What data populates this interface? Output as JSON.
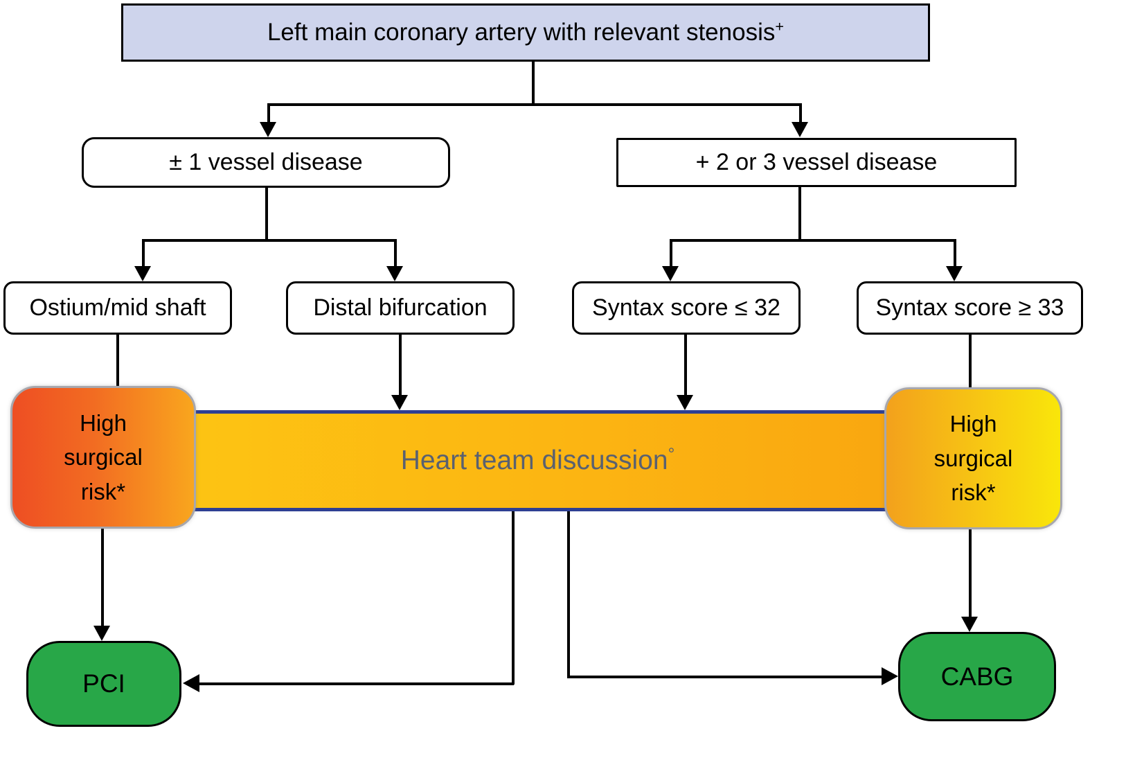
{
  "title": "Left main coronary artery revascularization decision flowchart",
  "nodes": {
    "root": {
      "label": "Left main coronary artery with relevant stenosis",
      "sup": "+"
    },
    "one_vessel": {
      "label": "± 1 vessel disease"
    },
    "two_three_vessel": {
      "label": "+ 2 or 3 vessel disease"
    },
    "ostium": {
      "label": "Ostium/mid shaft"
    },
    "distal": {
      "label": "Distal bifurcation"
    },
    "syntax_low": {
      "label": "Syntax score ≤ 32"
    },
    "syntax_high": {
      "label": "Syntax score ≥ 33"
    },
    "risk_left": {
      "label": "High surgical risk*"
    },
    "heart_team": {
      "label": "Heart team discussion",
      "sup": "°"
    },
    "risk_right": {
      "label": "High surgical risk*"
    },
    "pci": {
      "label": "PCI"
    },
    "cabg": {
      "label": "CABG"
    }
  },
  "colors": {
    "root_fill": "#ced4ec",
    "box_border": "#000000",
    "band_fill": "#fcb512",
    "band_border": "#2e3f93",
    "band_text": "#5a6170",
    "risk_left_gradient_start": "#ee4e23",
    "risk_left_gradient_end": "#f9a61e",
    "risk_right_gradient_start": "#f3a11c",
    "risk_right_gradient_end": "#f9e60a",
    "outcome_fill": "#28a748"
  }
}
